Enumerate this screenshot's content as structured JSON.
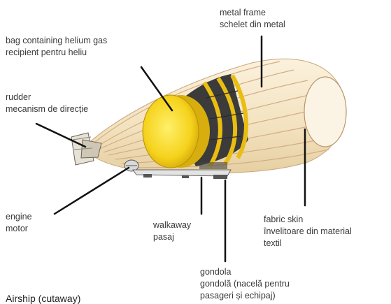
{
  "caption": "Airship (cutaway)",
  "labels": {
    "frame": {
      "en": "metal frame",
      "ro": "schelet din metal"
    },
    "bag": {
      "en": "bag containing helium gas",
      "ro": "recipient pentru heliu"
    },
    "rudder": {
      "en": "rudder",
      "ro": "mecanism de direcție"
    },
    "engine": {
      "en": "engine",
      "ro": "motor"
    },
    "walkway": {
      "en": "walkaway",
      "ro": "pasaj"
    },
    "skin": {
      "en": "fabric skin",
      "ro": "învelitoare din material",
      "ro2": "textil"
    },
    "gondola": {
      "en": "gondola",
      "ro": "gondolă (nacelă pentru",
      "ro2": "pasageri și echipaj)"
    }
  },
  "colors": {
    "envelope": "#f3e2bf",
    "rib": "#d6b48f",
    "helium_bag": "#f5d21c",
    "frame": "#f0c419",
    "leader": "#111111"
  }
}
